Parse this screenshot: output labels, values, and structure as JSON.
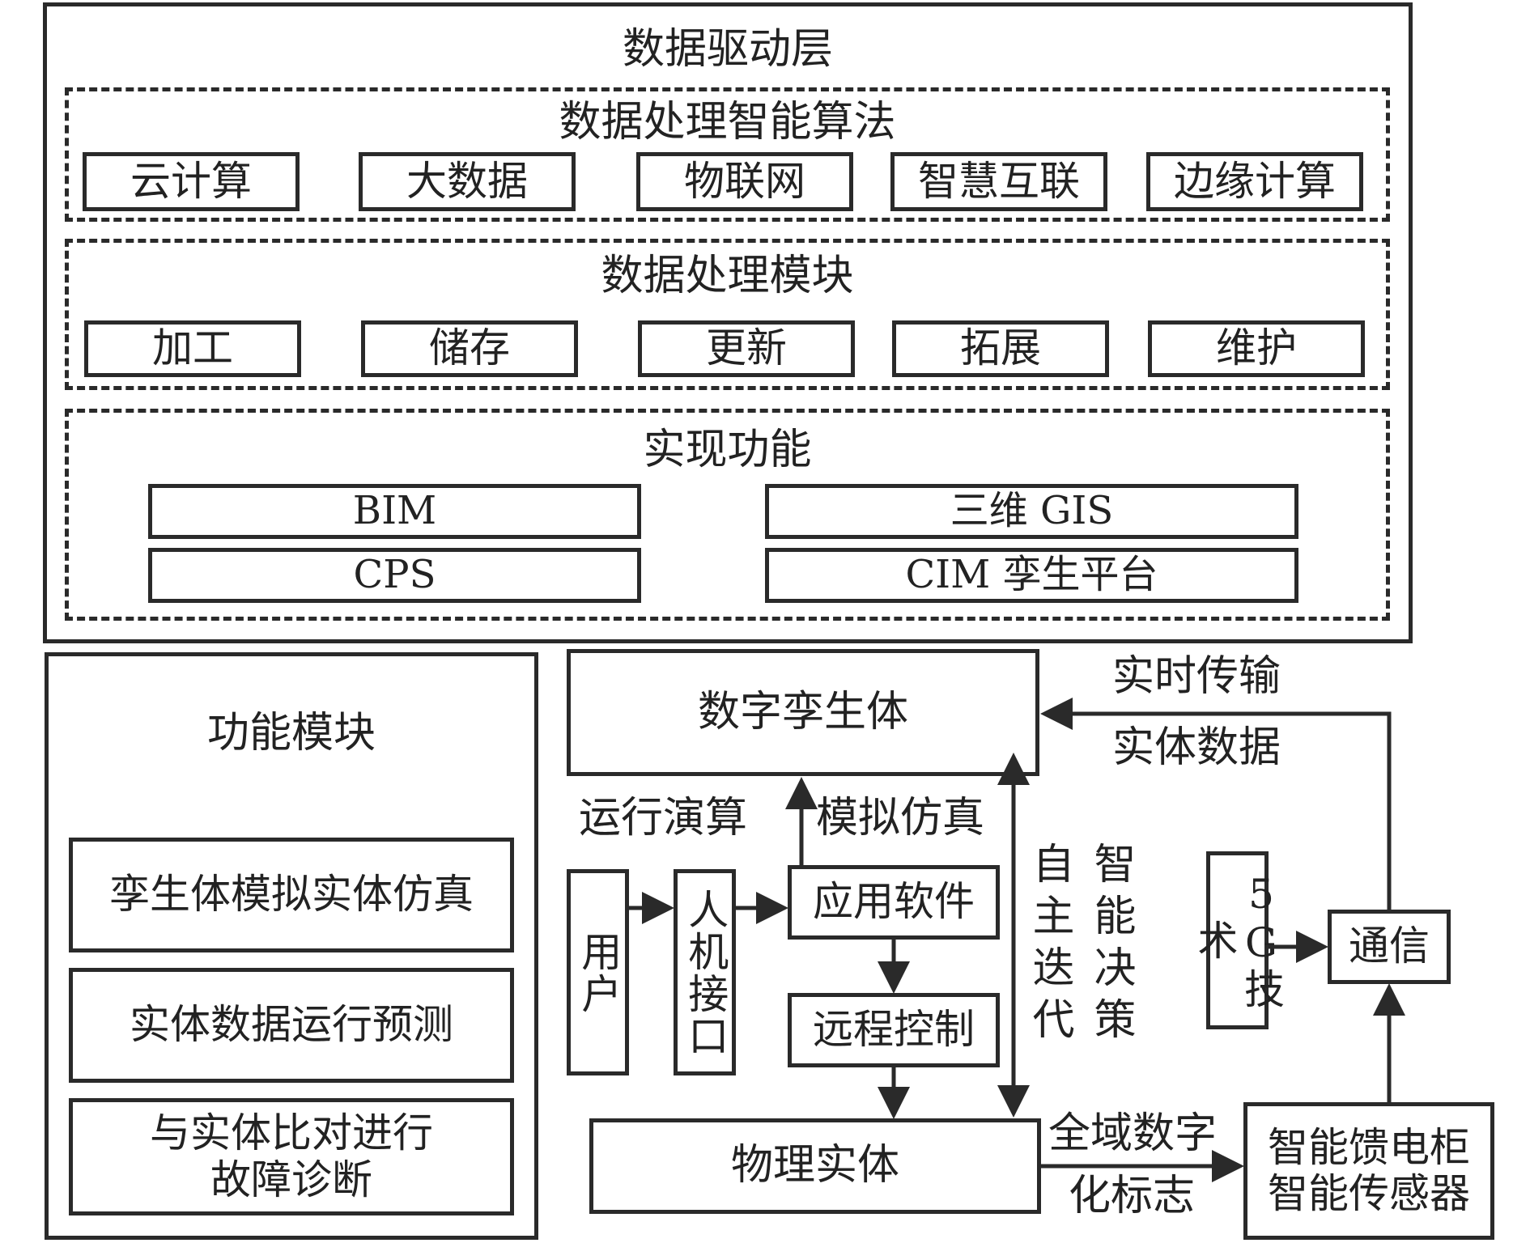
{
  "data_layer": {
    "title": "数据驱动层",
    "algorithms": {
      "title": "数据处理智能算法",
      "items": [
        "云计算",
        "大数据",
        "物联网",
        "智慧互联",
        "边缘计算"
      ]
    },
    "modules": {
      "title": "数据处理模块",
      "items": [
        "加工",
        "储存",
        "更新",
        "拓展",
        "维护"
      ]
    },
    "functions": {
      "title": "实现功能",
      "items": [
        "BIM",
        "三维 GIS",
        "CPS",
        "CIM 孪生平台"
      ]
    }
  },
  "function_module": {
    "title": "功能模块",
    "items": [
      "孪生体模拟实体仿真",
      "实体数据运行预测",
      "与实体比对进行\n故障诊断"
    ]
  },
  "flow": {
    "digital_twin": "数字孪生体",
    "realtime_transfer": "实时传输",
    "entity_data": "实体数据",
    "run_calc": "运行演算",
    "simulate": "模拟仿真",
    "user": "用户",
    "hmi": "人机接口",
    "app_software": "应用软件",
    "remote_control": "远程控制",
    "auto_iter": "自主迭代",
    "smart_decision": "智能决策",
    "tech_5g": "5G技术",
    "comm": "通信",
    "physical_entity": "物理实体",
    "global_digital": "全域数字",
    "identification": "化标志",
    "smart_device_1": "智能馈电柜",
    "smart_device_2": "智能传感器"
  }
}
